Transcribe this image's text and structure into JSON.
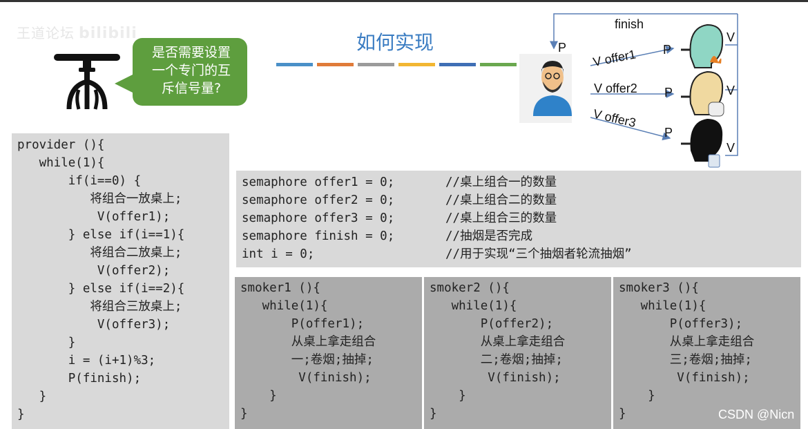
{
  "watermark": {
    "text": "王道论坛",
    "logo": "bilibili"
  },
  "title": "如何实现",
  "bubble": {
    "lines": [
      "是否需要设置",
      "一个专门的互",
      "斥信号量?"
    ]
  },
  "color_bar": [
    "#4a90c8",
    "#e07b39",
    "#9b9b9b",
    "#f2b632",
    "#3f6fb5",
    "#6aa84f"
  ],
  "diagram": {
    "finish_label": "finish",
    "provider_p": "P",
    "arrows": [
      {
        "v": "V",
        "offer": "offer1",
        "p": "P",
        "smoker_v": "V"
      },
      {
        "v": "V",
        "offer": "offer2",
        "p": "P",
        "smoker_v": "V"
      },
      {
        "v": "V",
        "offer": "offer3",
        "p": "P",
        "smoker_v": "V"
      }
    ]
  },
  "provider_code": [
    "provider (){",
    "   while(1){",
    "       if(i==0) {",
    "          将组合一放桌上;",
    "           V(offer1);",
    "       } else if(i==1){",
    "          将组合二放桌上;",
    "           V(offer2);",
    "       } else if(i==2){",
    "          将组合三放桌上;",
    "           V(offer3);",
    "       }",
    "       i = (i+1)%3;",
    "       P(finish);",
    "   }",
    "}"
  ],
  "declarations": [
    "semaphore offer1 = 0;       //桌上组合一的数量",
    "semaphore offer2 = 0;       //桌上组合二的数量",
    "semaphore offer3 = 0;       //桌上组合三的数量",
    "semaphore finish = 0;       //抽烟是否完成",
    "int i = 0;                  //用于实现“三个抽烟者轮流抽烟”"
  ],
  "smokers": [
    {
      "code": [
        "smoker1 (){",
        "   while(1){",
        "       P(offer1);",
        "       从桌上拿走组合",
        "       一;卷烟;抽掉;",
        "        V(finish);",
        "    }",
        "}"
      ]
    },
    {
      "code": [
        "smoker2 (){",
        "   while(1){",
        "       P(offer2);",
        "       从桌上拿走组合",
        "       二;卷烟;抽掉;",
        "        V(finish);",
        "    }",
        "}"
      ]
    },
    {
      "code": [
        "smoker3 (){",
        "   while(1){",
        "       P(offer3);",
        "       从桌上拿走组合",
        "       三;卷烟;抽掉;",
        "        V(finish);",
        "    }",
        "}"
      ]
    }
  ],
  "csdn_watermark": "CSDN @Nicn"
}
